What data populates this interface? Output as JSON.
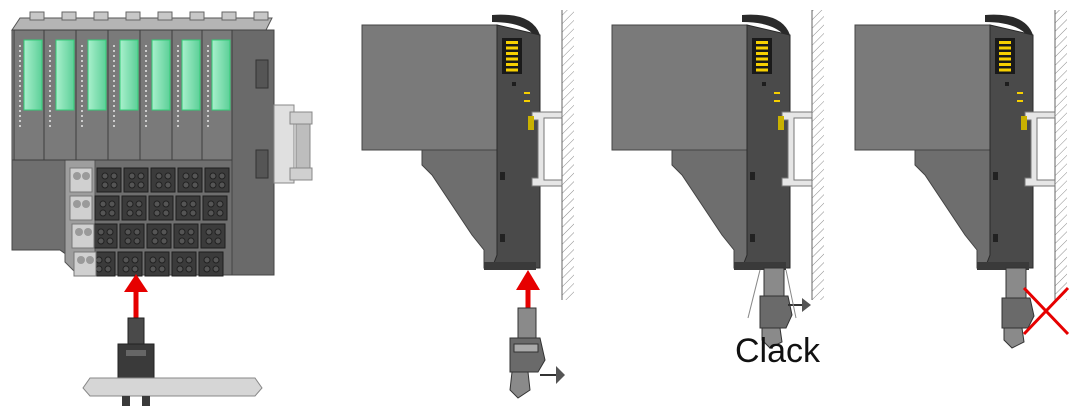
{
  "panels": [
    {
      "id": "front-view-insert-bus-coupler"
    },
    {
      "id": "side-view-insert-locking"
    },
    {
      "id": "side-view-engaged",
      "caption": "Clack"
    },
    {
      "id": "side-view-locked-no-removal"
    }
  ],
  "colors": {
    "housing": "#7a7a7a",
    "housing_dark": "#4a4a4a",
    "housing_light": "#9a9a9a",
    "module_green": "#7fe0b0",
    "arrow_red": "#e60000",
    "rail_hatch": "#9a9a9a",
    "bus_connector": "#f7d000",
    "base_plate": "#d8d8d8"
  },
  "icons": {
    "insert_arrow": "red-up-arrow-icon",
    "not_allowed": "red-cross-icon"
  }
}
